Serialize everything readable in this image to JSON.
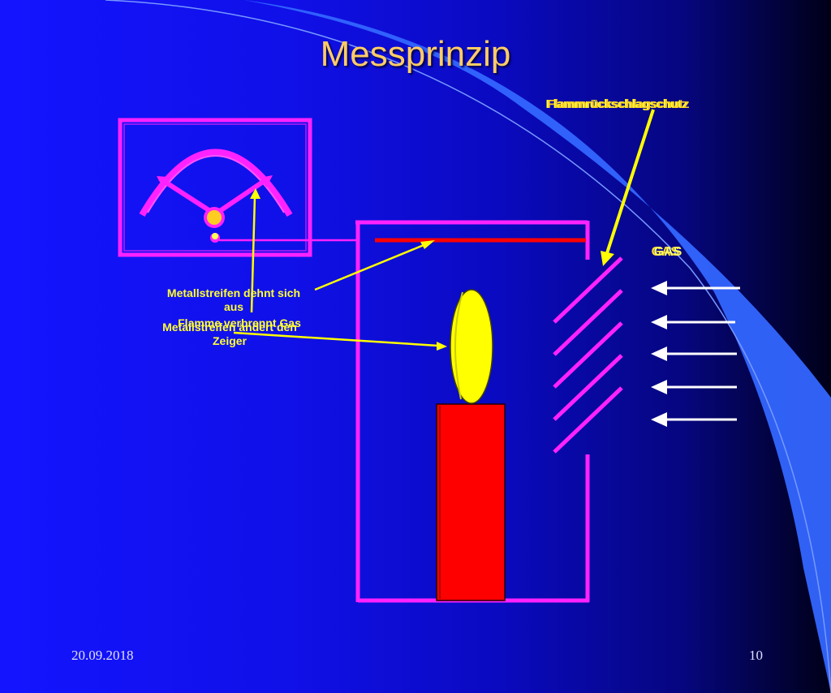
{
  "slide": {
    "title": "Messprinzip",
    "labels": {
      "flame_guard": "Flammrückschlagschutz",
      "gas": "GAS",
      "metal_expands": "Metallstreifen dehnt sich aus",
      "flame_burns_gas": "Flamme verbrennt Gas",
      "metal_moves_pointer": "Metallstreifen ändert den Zeiger"
    },
    "footer": {
      "date": "20.09.2018",
      "page_number": "10"
    }
  },
  "colors": {
    "frame": "#ff22ff",
    "arrow": "#ffff00",
    "flame": "#ffff00",
    "candle": "#ff0000",
    "metal_strip": "#ff0000",
    "gas_arrows": "#ffffff",
    "title": "#ffcc66",
    "swoosh": "#3366ff"
  }
}
